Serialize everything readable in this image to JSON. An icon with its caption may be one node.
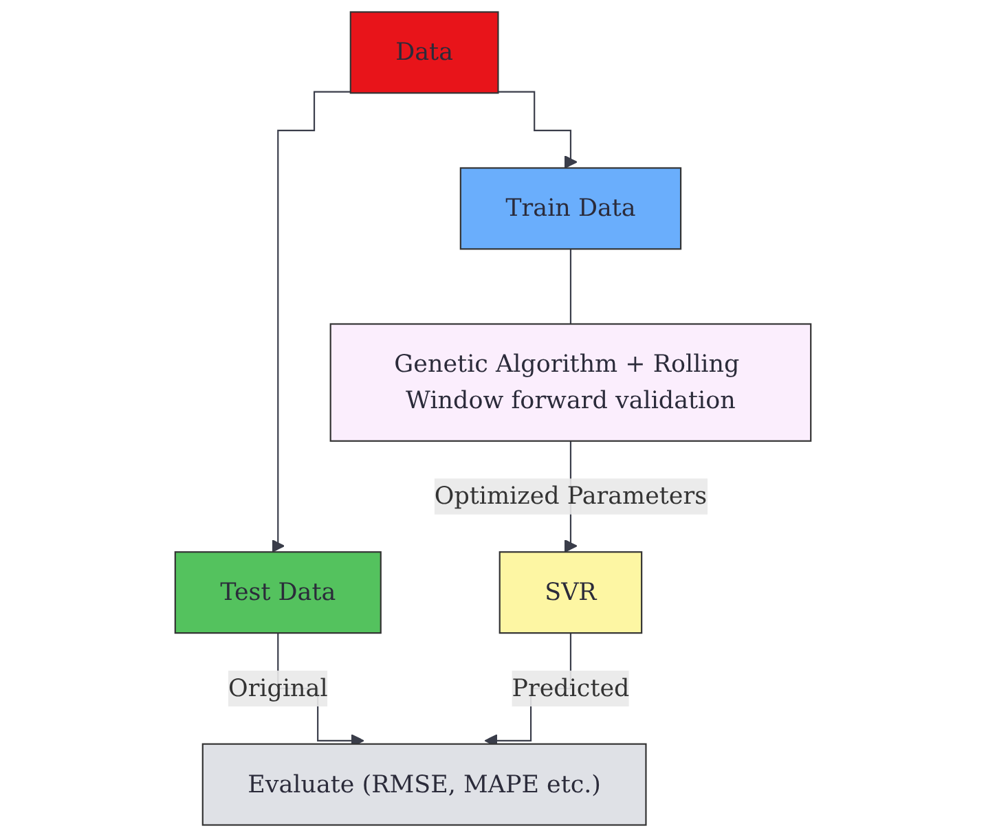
{
  "diagram": {
    "nodes": [
      {
        "text": [
          "Data"
        ]
      },
      {
        "text": [
          "Train Data"
        ]
      },
      {
        "text": [
          "Test Data"
        ]
      },
      {
        "text": [
          "Genetic Algorithm + Rolling Window forward validation"
        ]
      },
      {
        "text": [
          "SVR"
        ]
      },
      {
        "text": [
          "Evaluate (RMSE, MAPE etc.)"
        ]
      }
    ],
    "edges": [
      {
        "from": 0,
        "to": 1,
        "arrow": "to"
      },
      {
        "from": 0,
        "to": 2,
        "arrow": "to"
      },
      {
        "from": 1,
        "to": 3,
        "arrow": "none"
      },
      {
        "from": 3,
        "to": 4,
        "arrow": "to",
        "label": "Optimized Parameters"
      },
      {
        "from": 2,
        "to": 5,
        "arrow": "to",
        "label": "Original"
      },
      {
        "from": 4,
        "to": 5,
        "arrow": "to",
        "label": "Predicted"
      }
    ]
  }
}
